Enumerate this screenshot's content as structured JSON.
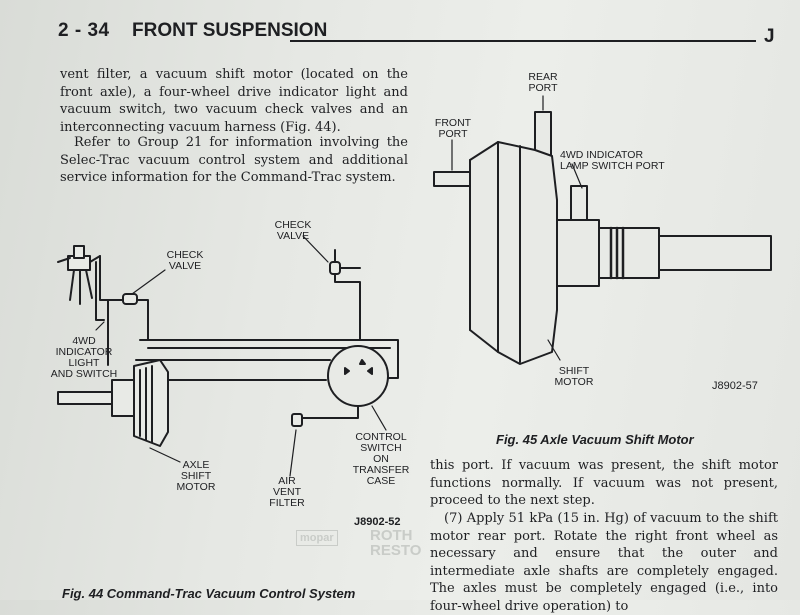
{
  "header": {
    "page_number": "2 - 34",
    "section_title": "FRONT SUSPENSION",
    "brand_mark": "J"
  },
  "left_column": {
    "para1": "vent filter, a vacuum shift motor (located on the front axle), a four-wheel drive indicator light and vacuum switch, two vacuum check valves and an interconnecting vacuum harness (Fig. 44).",
    "para2": "Refer to Group 21 for information involving the Selec-Trac vacuum control system and additional service information for the Command-Trac system."
  },
  "fig44": {
    "labels": {
      "check_valve_top": "CHECK\nVALVE",
      "check_valve_left": "CHECK\nVALVE",
      "indicator": "4WD\nINDICATOR\nLIGHT\nAND SWITCH",
      "axle_shift_motor": "AXLE\nSHIFT\nMOTOR",
      "air_vent_filter": "AIR\nVENT\nFILTER",
      "control_switch": "CONTROL\nSWITCH\nON\nTRANSFER\nCASE"
    },
    "code": "J8902-52",
    "caption": "Fig. 44 Command-Trac Vacuum Control System"
  },
  "fig45": {
    "labels": {
      "rear_port": "REAR\nPORT",
      "front_port": "FRONT\nPORT",
      "indicator_port": "4WD INDICATOR\nLAMP SWITCH PORT",
      "shift_motor": "SHIFT\nMOTOR"
    },
    "code": "J8902-57",
    "caption": "Fig. 45 Axle Vacuum Shift Motor"
  },
  "right_column": {
    "para1": "this port. If vacuum was present, the shift motor functions normally. If vacuum was not present, proceed to the next step.",
    "para2": "(7) Apply 51 kPa (15 in. Hg) of vacuum to the shift motor rear port. Rotate the right front wheel as necessary and ensure that the outer and intermediate axle shafts are completely engaged. The axles must be completely engaged (i.e., into four-wheel drive operation) to"
  },
  "watermark": {
    "brand": "mopar",
    "text": "ROTH RESTO"
  }
}
